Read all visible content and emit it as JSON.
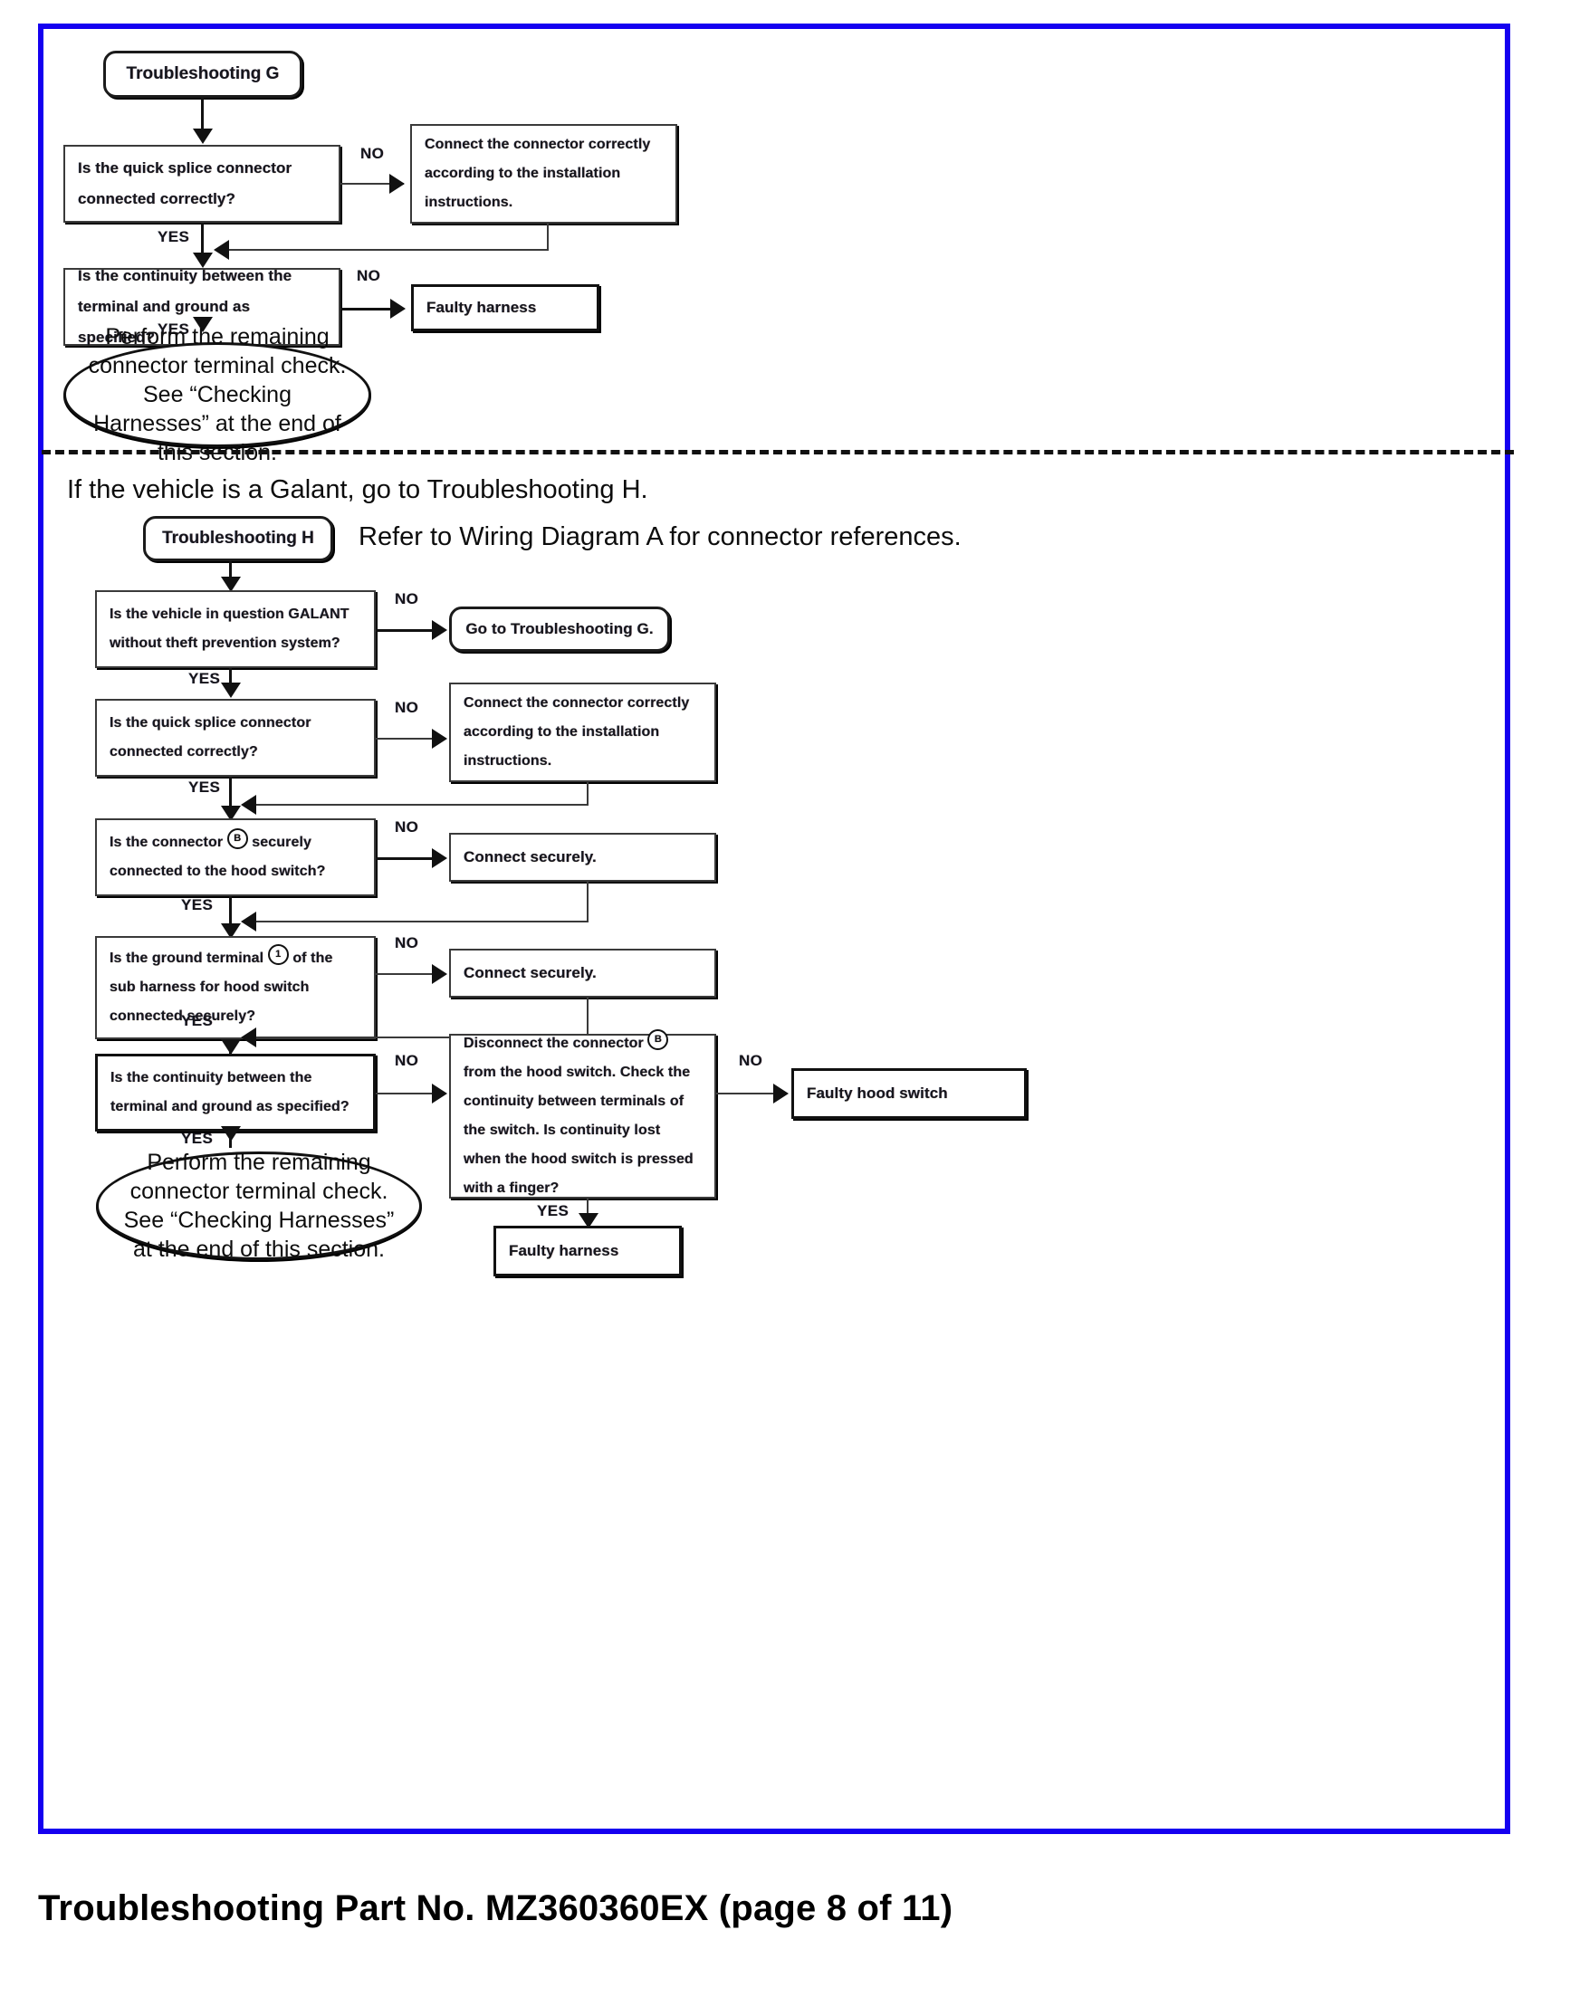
{
  "document": {
    "caption": "Troubleshooting Part No. MZ360360EX (page 8 of 11)",
    "frame_color": "#1500f0"
  },
  "section_g": {
    "start": {
      "label": "Troubleshooting G"
    },
    "q1": {
      "label": "Is the quick splice connector connected correctly?"
    },
    "q1_no_label": "NO",
    "q1_yes_label": "YES",
    "a1": {
      "label": "Connect the connector correctly according to the installation instructions."
    },
    "q2": {
      "label": "Is the continuity between the terminal and ground as specified?"
    },
    "q2_no_label": "NO",
    "q2_yes_label": "YES",
    "a2": {
      "label": "Faulty harness"
    },
    "end": {
      "label": "Perform the remaining connector terminal check.\nSee “Checking Harnesses” at the end of this section."
    }
  },
  "notes": {
    "galant_note": "If the vehicle is a Galant, go to Troubleshooting H.",
    "wiring_note": "Refer to Wiring Diagram A for connector references."
  },
  "section_h": {
    "start": {
      "label": "Troubleshooting H"
    },
    "q1": {
      "label": "Is the vehicle in question GALANT without theft prevention system?"
    },
    "q1_no_label": "NO",
    "q1_yes_label": "YES",
    "a1": {
      "label": "Go to Troubleshooting G."
    },
    "q2": {
      "label": "Is the quick splice connector connected correctly?"
    },
    "q2_no_label": "NO",
    "q2_yes_label": "YES",
    "a2": {
      "label": "Connect the connector correctly according to the installation instructions."
    },
    "q3": {
      "label_before": "Is the connector",
      "connector_symbol": "B",
      "label_after": "securely connected to the hood switch?"
    },
    "q3_no_label": "NO",
    "q3_yes_label": "YES",
    "a3": {
      "label": "Connect securely."
    },
    "q4": {
      "label_before": "Is the ground terminal",
      "connector_symbol": "1",
      "label_after": "of the sub harness for hood switch connected securely?"
    },
    "q4_no_label": "NO",
    "q4_yes_label": "YES",
    "a4": {
      "label": "Connect securely."
    },
    "q5": {
      "label": "Is the continuity between the terminal and ground as specified?"
    },
    "q5_no_label": "NO",
    "q5_yes_label": "YES",
    "q6": {
      "label_before": "Disconnect the connector",
      "connector_symbol": "B",
      "label_after": "from the hood switch. Check the continuity between terminals of the switch. Is continuity lost when the hood switch is pressed with a finger?"
    },
    "q6_no_label": "NO",
    "q6_yes_label": "YES",
    "a6": {
      "label": "Faulty hood switch"
    },
    "a7": {
      "label": "Faulty harness"
    },
    "end": {
      "label": "Perform the remaining connector terminal check.\nSee “Checking Harnesses” at the end of this section."
    }
  }
}
